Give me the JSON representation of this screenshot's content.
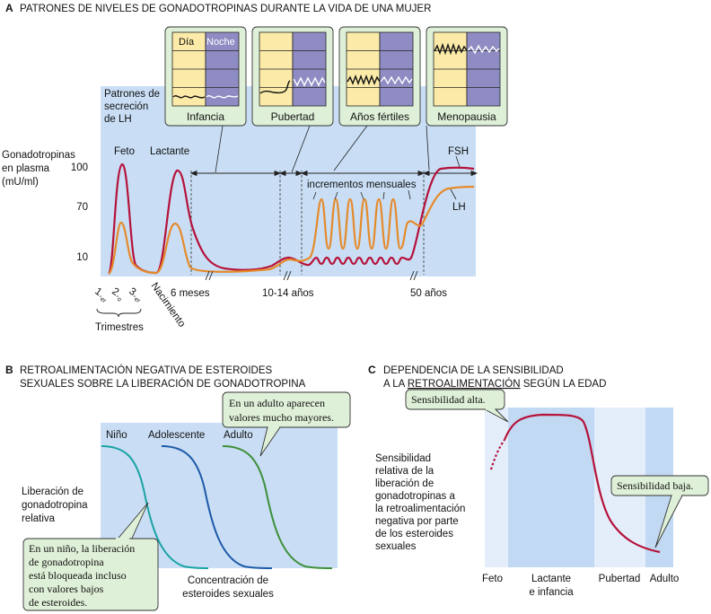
{
  "panel_a": {
    "letter": "A",
    "title": "PATRONES DE NIVELES DE GONADOTROPINAS DURANTE LA VIDA DE UNA MUJER",
    "lh_patterns_label": [
      "Patrones de",
      "secreción",
      "de LH"
    ],
    "y_axis_label": [
      "Gonadotropinas",
      "en plasma",
      "(mU/ml)"
    ],
    "y_ticks": [
      "100",
      "70",
      "10"
    ],
    "stage_labels": {
      "feto": "Feto",
      "lactante": "Lactante"
    },
    "insets": [
      {
        "label": "Infancia",
        "day": "Día",
        "night": "Noche"
      },
      {
        "label": "Pubertad"
      },
      {
        "label": "Años fértiles"
      },
      {
        "label": "Menopausia"
      }
    ],
    "increments_label": "incrementos mensuales",
    "curve_labels": {
      "fsh": "FSH",
      "lh": "LH"
    },
    "x_labels": {
      "trimester_1": "1.",
      "trimester_1_sup": "er",
      "trimester_2": "2.",
      "trimester_2_sup": "o",
      "trimester_3": "3.",
      "trimester_3_sup": "er",
      "trimesters": "Trimestres",
      "birth": "Nacimiento",
      "six_months": "6 meses",
      "puberty_age": "10-14 años",
      "fifty": "50 años"
    },
    "colors": {
      "fsh": "#b5123a",
      "lh": "#e58a2a",
      "bg": "#c9def5",
      "inset_bg": "#dff0d8",
      "day": "#fbeaa8",
      "night": "#8f8cc4"
    }
  },
  "panel_b": {
    "letter": "B",
    "title": [
      "RETROALIMENTACIÓN NEGATIVA DE ESTEROIDES",
      "SEXUALES SOBRE LA LIBERACIÓN DE GONADOTROPINA"
    ],
    "curve_labels": [
      "Niño",
      "Adolescente",
      "Adulto"
    ],
    "y_label": [
      "Liberación de",
      "gonadotropina",
      "relativa"
    ],
    "x_label": [
      "Concentración de",
      "esteroides sexuales"
    ],
    "callout_adult": [
      "En un adulto aparecen",
      "valores mucho mayores."
    ],
    "callout_child": [
      "En un niño, la liberación",
      "de gonadotropina",
      "está bloqueada incluso",
      "con valores bajos",
      "de esteroides."
    ],
    "colors": {
      "nino": "#1aa3a3",
      "adolescente": "#1d5aa8",
      "adulto": "#3d8f3a"
    }
  },
  "panel_c": {
    "letter": "C",
    "title_line1": "DEPENDENCIA DE LA SENSIBILIDAD",
    "title_line2_pre": "A LA ",
    "title_line2_ul": "RETROALIMENTACIÓN",
    "title_line2_post": " SEGÚN LA EDAD",
    "y_label": [
      "Sensibilidad",
      "relativa de la",
      "liberación de",
      "gonadotropinas a",
      "la retroalimentación",
      "negativa por parte",
      "de los esteroides",
      "sexuales"
    ],
    "callout_high": "Sensibilidad alta.",
    "callout_low": "Sensibilidad baja.",
    "x_labels": {
      "feto": "Feto",
      "lactante": [
        "Lactante",
        "e infancia"
      ],
      "pubertad": "Pubertad",
      "adulto": "Adulto"
    },
    "colors": {
      "curve": "#b5123a"
    }
  }
}
